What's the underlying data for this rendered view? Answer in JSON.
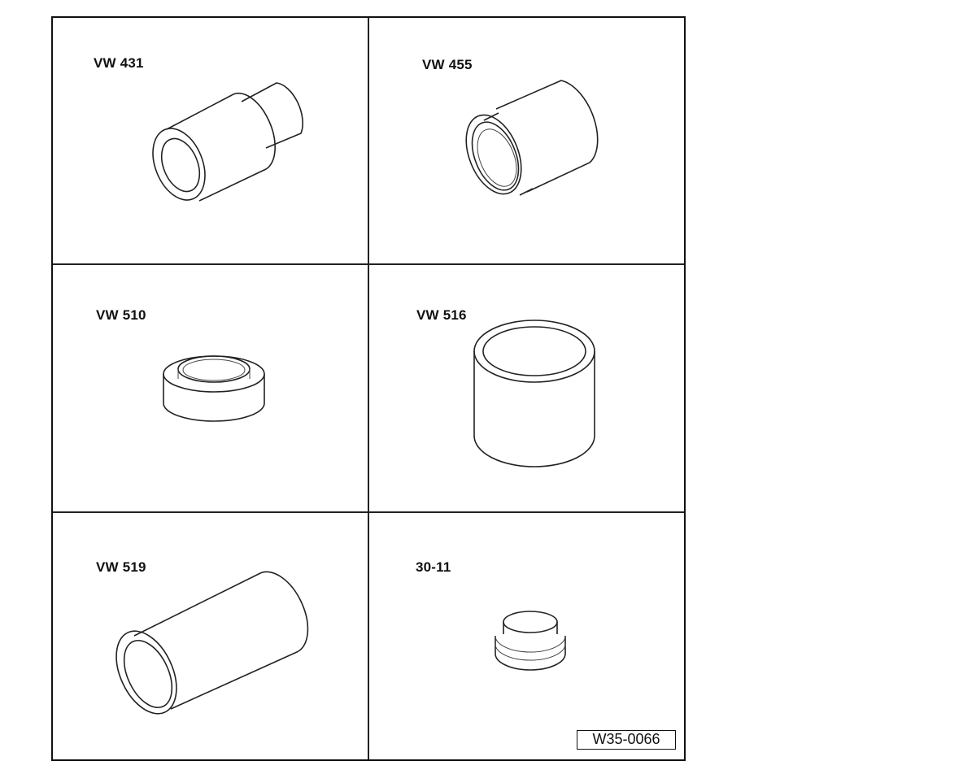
{
  "tools": [
    {
      "label": "VW 431"
    },
    {
      "label": "VW 455"
    },
    {
      "label": "VW 510"
    },
    {
      "label": "VW 516"
    },
    {
      "label": "VW 519"
    },
    {
      "label": "30-11"
    }
  ],
  "figure_ref": "W35-0066"
}
